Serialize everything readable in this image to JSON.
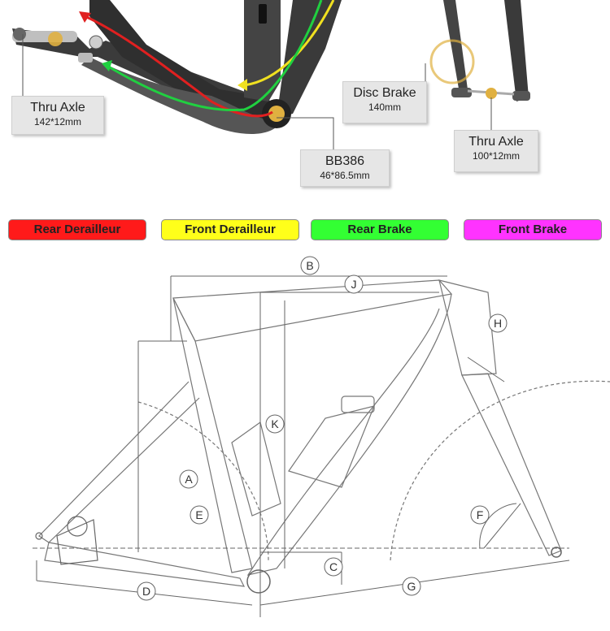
{
  "callouts": {
    "rear_axle": {
      "title": "Thru Axle",
      "spec": "142*12mm"
    },
    "disc_brake": {
      "title": "Disc Brake",
      "spec": "140mm"
    },
    "front_axle": {
      "title": "Thru Axle",
      "spec": "100*12mm"
    },
    "bottom_bracket": {
      "title": "BB386",
      "spec": "46*86.5mm"
    }
  },
  "legend": [
    {
      "label": "Rear Derailleur",
      "color": "#ff1a1a"
    },
    {
      "label": "Front Derailleur",
      "color": "#ffff1a"
    },
    {
      "label": "Rear Brake",
      "color": "#33ff33"
    },
    {
      "label": "Front Brake",
      "color": "#ff33ff"
    }
  ],
  "dimension_labels": {
    "A": "A",
    "B": "B",
    "C": "C",
    "D": "D",
    "E": "E",
    "F": "F",
    "G": "G",
    "H": "H",
    "J": "J",
    "K": "K"
  },
  "colors": {
    "frame": "#3a3a3a",
    "frame_highlight": "#6a6a6a",
    "routing_red": "#e02020",
    "routing_yellow": "#f0e020",
    "routing_green": "#20d040",
    "axle_gold": "#e0b040",
    "line": "#555555"
  }
}
